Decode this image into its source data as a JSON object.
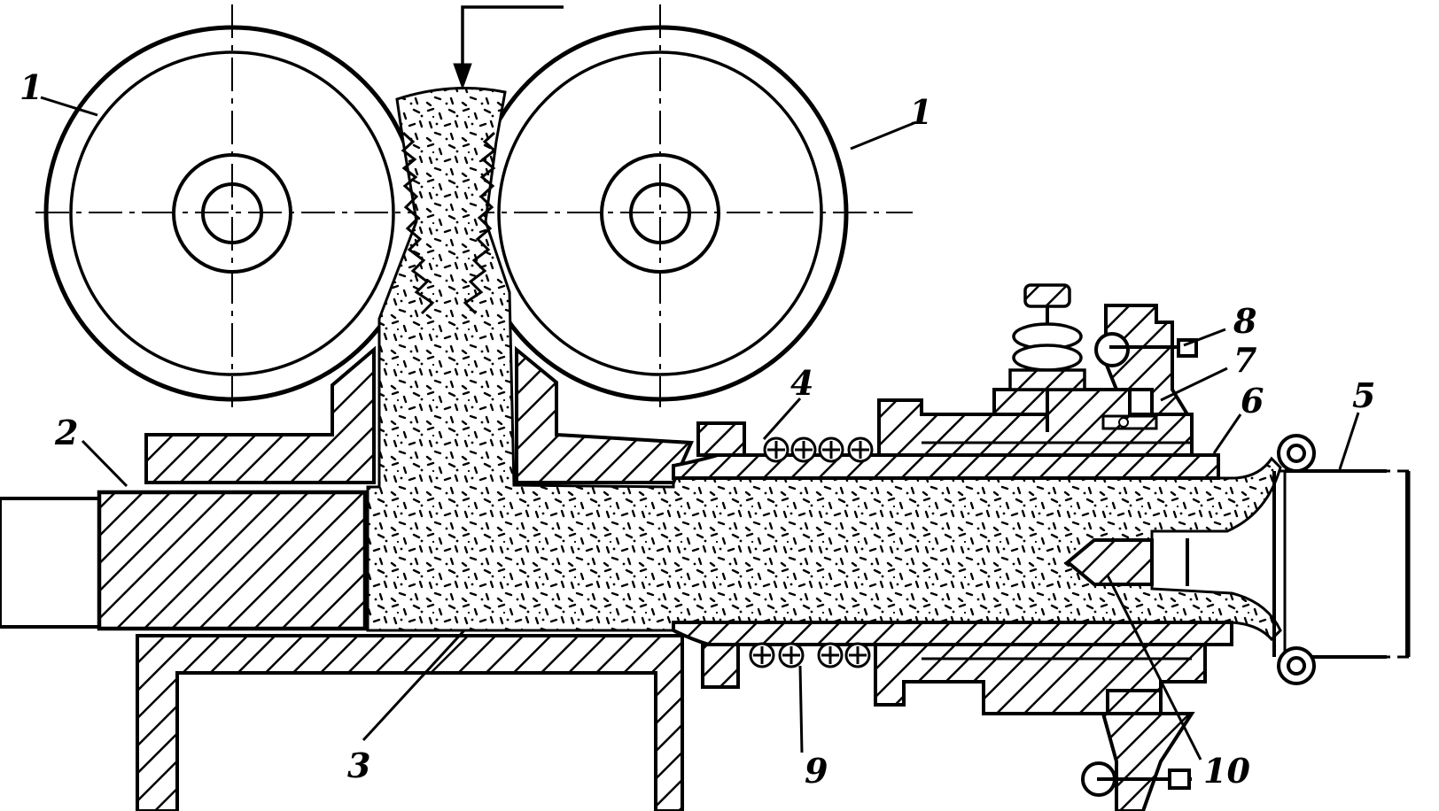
{
  "diagram": {
    "colors": {
      "ink": "#000000",
      "paper": "#ffffff"
    },
    "labels": {
      "roller_left": "1",
      "roller_right": "1",
      "ram": "2",
      "channel": "3",
      "heater_front": "4",
      "tube": "5",
      "die": "6",
      "adjuster": "7",
      "bolt_top": "8",
      "heater_back": "9",
      "mandrel": "10"
    }
  }
}
